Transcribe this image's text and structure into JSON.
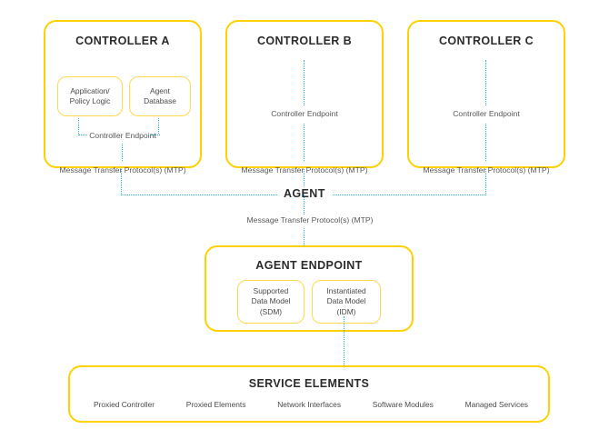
{
  "colors": {
    "box_border": "#FFD100",
    "inner_box_border": "#FFD94D",
    "connector": "#2BB2CF",
    "title_text": "#2b2b2b",
    "body_text": "#4a4a4a",
    "background": "#ffffff"
  },
  "controllers": [
    {
      "title": "CONTROLLER A",
      "endpoint_label": "Controller Endpoint",
      "mtp_label": "Message Transfer Protocol(s) (MTP)",
      "inner_boxes": [
        {
          "lines": [
            "Application/",
            "Policy Logic"
          ]
        },
        {
          "lines": [
            "Agent",
            "Database"
          ]
        }
      ]
    },
    {
      "title": "CONTROLLER B",
      "endpoint_label": "Controller Endpoint",
      "mtp_label": "Message Transfer Protocol(s) (MTP)",
      "inner_boxes": []
    },
    {
      "title": "CONTROLLER C",
      "endpoint_label": "Controller Endpoint",
      "mtp_label": "Message Transfer Protocol(s) (MTP)",
      "inner_boxes": []
    }
  ],
  "agent": {
    "label": "AGENT",
    "mtp_label": "Message Transfer Protocol(s) (MTP)"
  },
  "agent_endpoint": {
    "title": "AGENT ENDPOINT",
    "inner_boxes": [
      {
        "lines": [
          "Supported",
          "Data Model",
          "(SDM)"
        ]
      },
      {
        "lines": [
          "Instantiated",
          "Data Model",
          "(IDM)"
        ]
      }
    ]
  },
  "service_elements": {
    "title": "SERVICE ELEMENTS",
    "items": [
      "Proxied Controller",
      "Proxied Elements",
      "Network Interfaces",
      "Software Modules",
      "Managed Services"
    ]
  }
}
